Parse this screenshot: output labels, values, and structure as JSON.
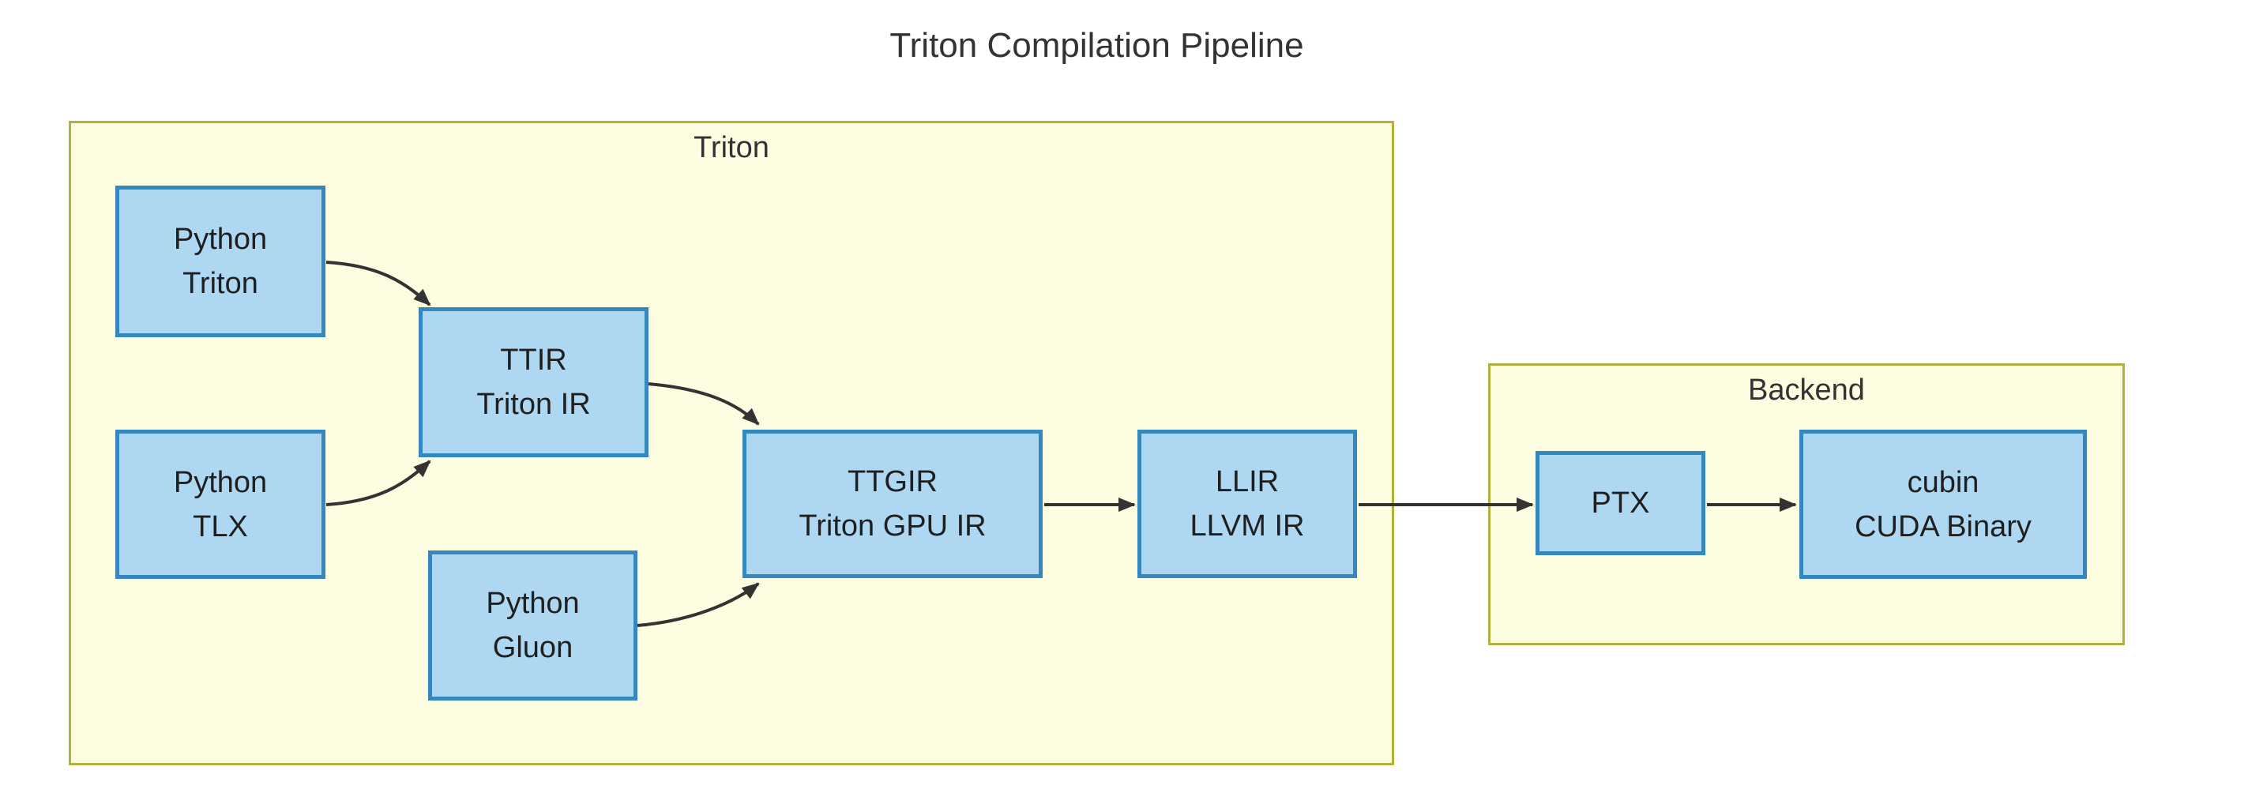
{
  "title": "Triton Compilation Pipeline",
  "clusters": {
    "triton": {
      "label": "Triton"
    },
    "backend": {
      "label": "Backend"
    }
  },
  "nodes": {
    "python_triton": {
      "line1": "Python",
      "line2": "Triton"
    },
    "python_tlx": {
      "line1": "Python",
      "line2": "TLX"
    },
    "ttir": {
      "line1": "TTIR",
      "line2": "Triton IR"
    },
    "python_gluon": {
      "line1": "Python",
      "line2": "Gluon"
    },
    "ttgir": {
      "line1": "TTGIR",
      "line2": "Triton GPU IR"
    },
    "llir": {
      "line1": "LLIR",
      "line2": "LLVM IR"
    },
    "ptx": {
      "line1": "PTX",
      "line2": ""
    },
    "cubin": {
      "line1": "cubin",
      "line2": "CUDA Binary"
    }
  },
  "edges": [
    {
      "from": "Python Triton",
      "to": "TTIR"
    },
    {
      "from": "Python TLX",
      "to": "TTIR"
    },
    {
      "from": "TTIR",
      "to": "TTGIR"
    },
    {
      "from": "Python Gluon",
      "to": "TTGIR"
    },
    {
      "from": "TTGIR",
      "to": "LLIR"
    },
    {
      "from": "LLIR",
      "to": "PTX"
    },
    {
      "from": "PTX",
      "to": "cubin"
    }
  ],
  "colors": {
    "background": "#ffffff",
    "node_fill": "#aed7f2",
    "node_border": "#3787bf",
    "cluster_fill": "#fdfde2",
    "cluster_border": "#b1b13b",
    "edge": "#333333",
    "text": "#1f1f1f",
    "title_text": "#333333"
  }
}
